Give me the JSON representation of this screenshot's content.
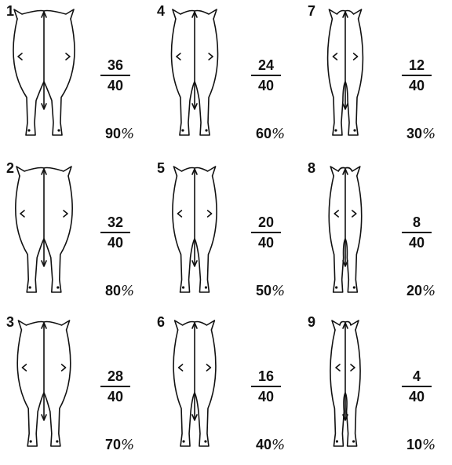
{
  "diagrams": [
    {
      "number": "1",
      "numerator": "36",
      "denominator": "40",
      "percent": "90",
      "percent_sign": "%",
      "width": 1.0
    },
    {
      "number": "4",
      "numerator": "24",
      "denominator": "40",
      "percent": "60",
      "percent_sign": "%",
      "width": 0.67
    },
    {
      "number": "7",
      "numerator": "12",
      "denominator": "40",
      "percent": "30",
      "percent_sign": "%",
      "width": 0.42
    },
    {
      "number": "2",
      "numerator": "32",
      "denominator": "40",
      "percent": "80",
      "percent_sign": "%",
      "width": 0.9
    },
    {
      "number": "5",
      "numerator": "20",
      "denominator": "40",
      "percent": "50",
      "percent_sign": "%",
      "width": 0.62
    },
    {
      "number": "8",
      "numerator": "8",
      "denominator": "40",
      "percent": "20",
      "percent_sign": "%",
      "width": 0.36
    },
    {
      "number": "3",
      "numerator": "28",
      "denominator": "40",
      "percent": "70",
      "percent_sign": "%",
      "width": 0.82
    },
    {
      "number": "6",
      "numerator": "16",
      "denominator": "40",
      "percent": "40",
      "percent_sign": "%",
      "width": 0.58
    },
    {
      "number": "9",
      "numerator": "4",
      "denominator": "40",
      "percent": "10",
      "percent_sign": "%",
      "width": 0.3
    }
  ],
  "colors": {
    "ink": "#111111",
    "background": "#ffffff"
  }
}
